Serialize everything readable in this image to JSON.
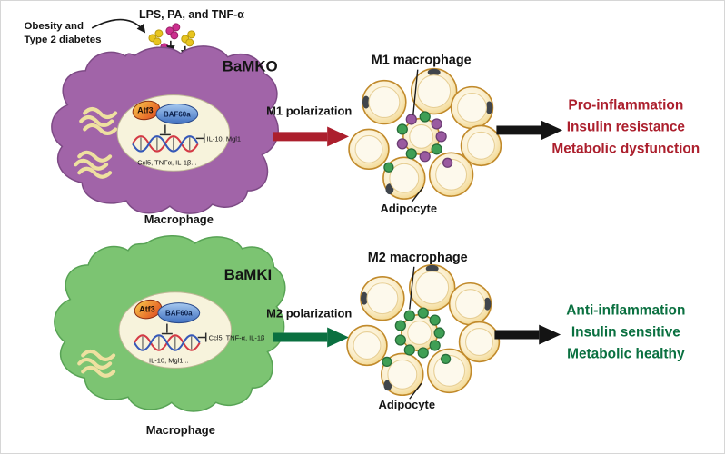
{
  "figure": {
    "top": {
      "stimulus_line1": "Obesity and",
      "stimulus_line2": "Type 2 diabetes",
      "ligands_label": "LPS, PA, and TNF-α",
      "cell_name": "BaMKO",
      "tf1": "Atf3",
      "tf2": "BAF60a",
      "repressed_genes": "IL-10, Mgl1",
      "induced_genes": "Ccl5, TNFα, IL-1β...",
      "cell_type_label": "Macrophage",
      "polarization_label": "M1 polarization",
      "macrophage_label": "M1 macrophage",
      "adipocyte_label": "Adipocyte",
      "outcomes": [
        "Pro-inflammation",
        "Insulin resistance",
        "Metabolic dysfunction"
      ]
    },
    "bottom": {
      "cell_name": "BaMKI",
      "tf1": "Atf3",
      "tf2": "BAF60a",
      "repressed_genes": "Ccl5, TNF-α, IL-1β",
      "induced_genes": "IL-10, Mgl1...",
      "cell_type_label": "Macrophage",
      "polarization_label": "M2 polarization",
      "macrophage_label": "M2 macrophage",
      "adipocyte_label": "Adipocyte",
      "outcomes": [
        "Anti-inflammation",
        "Insulin sensitive",
        "Metabolic healthy"
      ]
    },
    "colors": {
      "m1_cell": "#a164a8",
      "m2_cell": "#7cc472",
      "m1_accent": "#ac1f2d",
      "m2_accent": "#0a7040"
    }
  }
}
